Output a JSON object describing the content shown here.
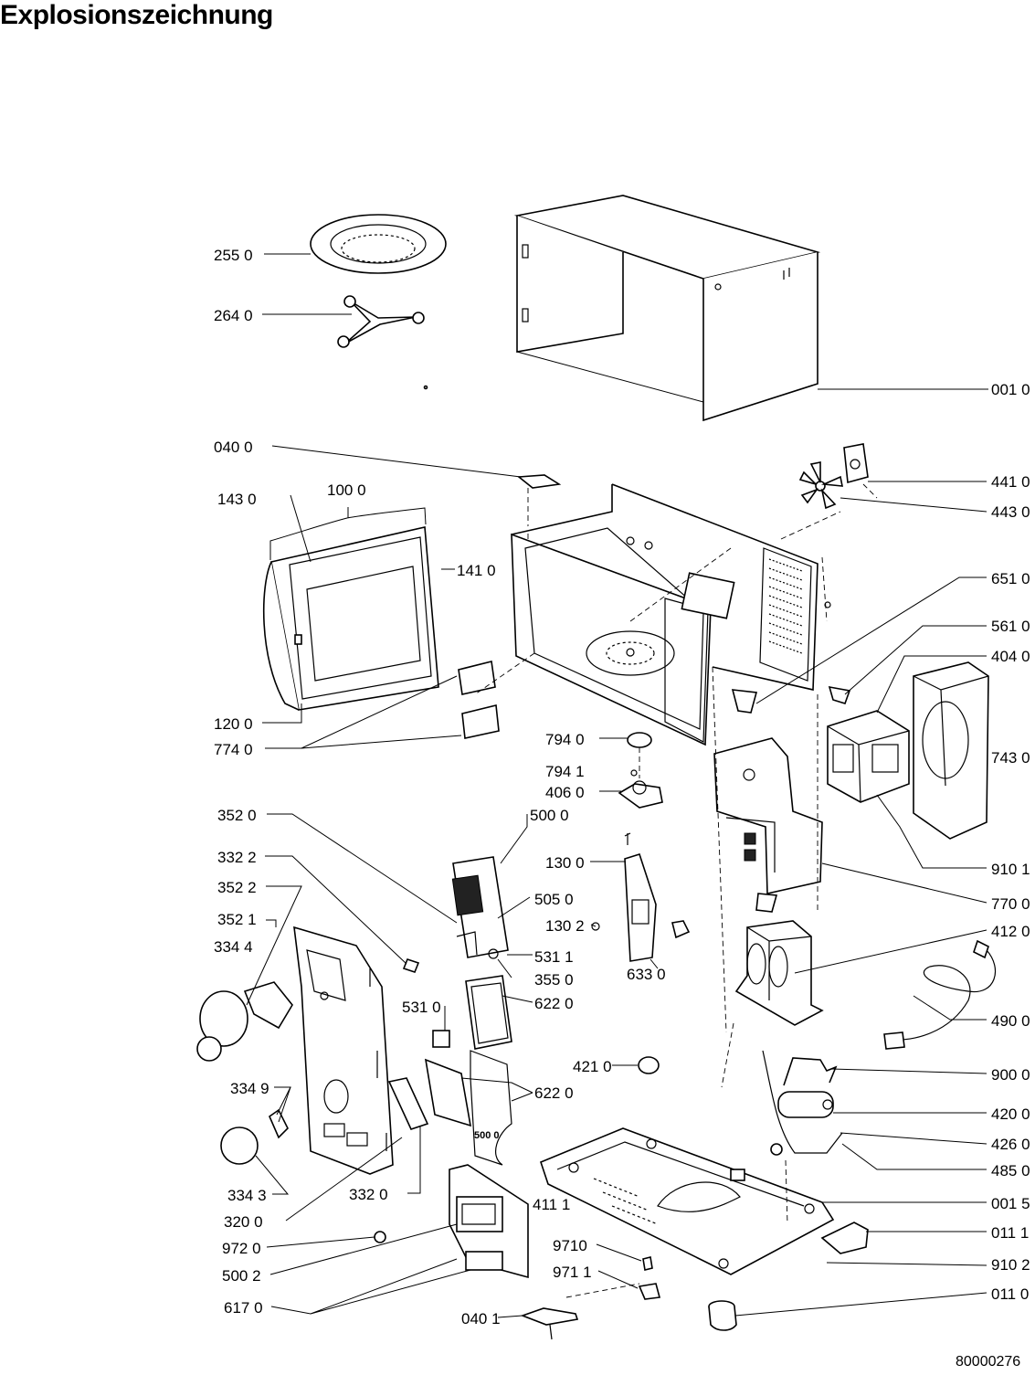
{
  "title": "Explosionszeichnung",
  "document_number": "80000276",
  "callouts": {
    "c2550": "255 0",
    "c2640": "264 0",
    "c0010": "001 0",
    "c0400": "040 0",
    "c1430": "143  0",
    "c1000": "100 0",
    "c4410": "441 0",
    "c4430": "443 0",
    "c1410": "141 0",
    "c6510": "651 0",
    "c5610": "561 0",
    "c4040": "404 0",
    "c1200": "120 0",
    "c7740": "774 0",
    "c7940": "794 0",
    "c7941": "794 1",
    "c4060": "406 0",
    "c7430": "743 0",
    "c3520": "352 0",
    "c5000": "500 0",
    "c9101": "910 1",
    "c3322": "332 2",
    "c1300": "130 0",
    "c7700": "770 0",
    "c3522": "352 2",
    "c5050": "505 0",
    "c4120": "412 0",
    "c3521": "352 1",
    "c1302": "130 2",
    "c3344": "334 4",
    "c5311": "531 1",
    "c3550": "355 0",
    "c6330": "633 0",
    "c6220a": "622 0",
    "c5310": "531 0",
    "c4900": "490 0",
    "c4210": "421 0",
    "c9000": "900 0",
    "c3349": "334 9",
    "c6220b": "622 0",
    "c4200": "420 0",
    "c5000b": "500 0",
    "c4260": "426 0",
    "c4850": "485 0",
    "c3343": "334 3",
    "c3320": "332 0",
    "c0015": "001 5",
    "c4111": "411 1",
    "c3200": "320 0",
    "c0111": "011 1",
    "c9720": "972 0",
    "c9710": "9710",
    "c5002": "500 2",
    "c9102": "910 2",
    "c9711": "971 1",
    "c6170": "617 0",
    "c0110": "011 0",
    "c0401": "040 1"
  }
}
